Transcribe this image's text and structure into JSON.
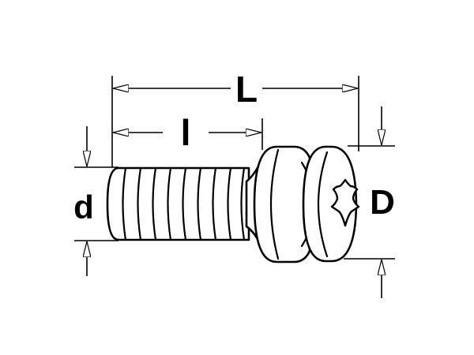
{
  "labels": {
    "overall_length": "L",
    "thread_length": "l",
    "thread_diameter": "d",
    "head_diameter": "D"
  },
  "colors": {
    "stroke": "#000000",
    "fill": "#ffffff"
  },
  "icons": {
    "drive": "torx-star-icon"
  }
}
